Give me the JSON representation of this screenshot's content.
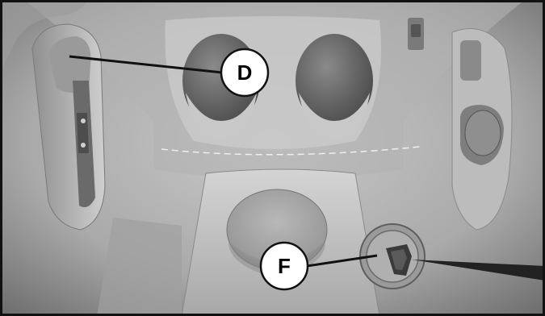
{
  "callouts": {
    "d": {
      "label": "D"
    },
    "f": {
      "label": "F"
    }
  },
  "colors": {
    "frame_border": "#111111",
    "callout_fill": "#ffffff",
    "callout_stroke": "#111111",
    "leader_line": "#111111",
    "panel_base": "#bdbdbd",
    "panel_shadow": "#6e6e6e",
    "cupholder_inner": "#5f5f5f",
    "key_fill": "#3a3a3a"
  },
  "icons": {
    "ignition_key": "key-icon",
    "leader_pointer": "leader-line"
  }
}
